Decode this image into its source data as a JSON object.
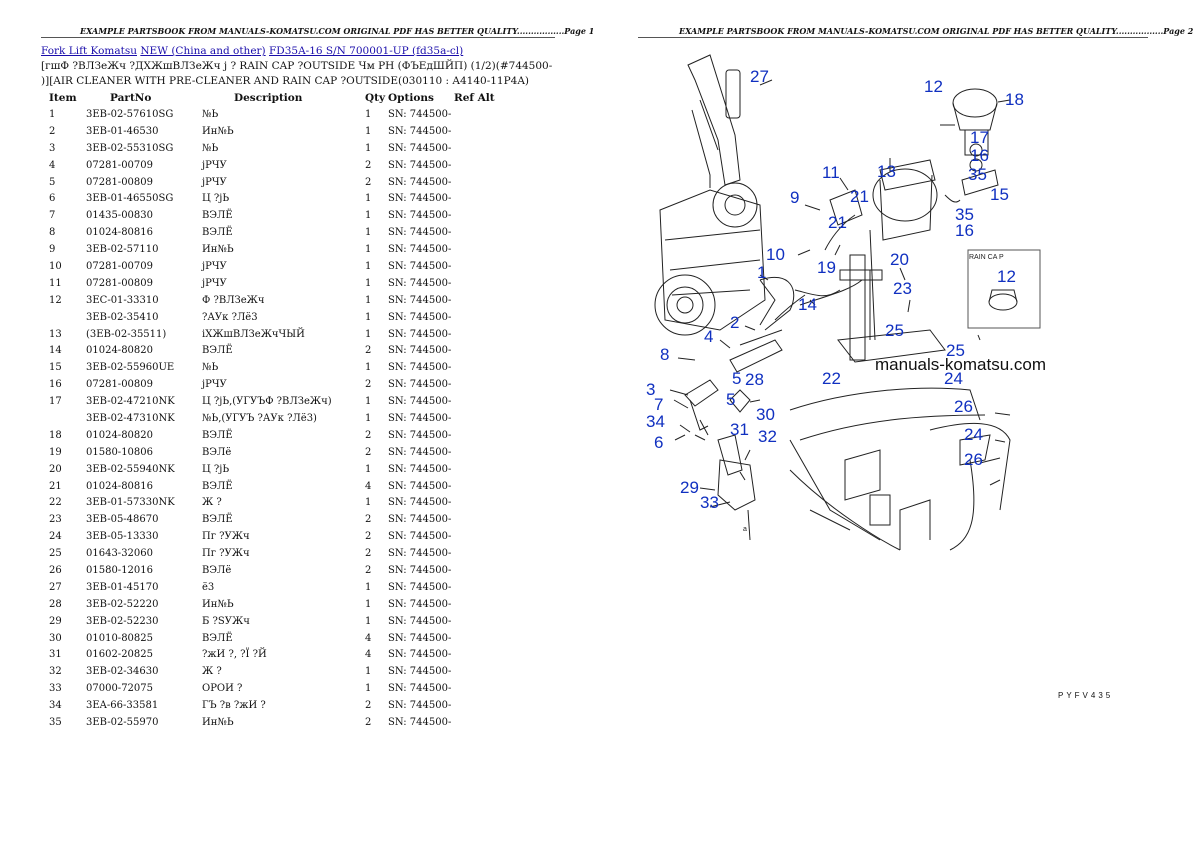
{
  "header": {
    "page1": "EXAMPLE PARTSBOOK FROM MANUALS-KOMATSU.COM ORIGINAL PDF HAS BETTER QUALITY.................Page 1",
    "page2": "EXAMPLE PARTSBOOK FROM MANUALS-KOMATSU.COM ORIGINAL PDF HAS BETTER QUALITY.................Page 2"
  },
  "breadcrumb": {
    "link1": "Fork Lift Komatsu",
    "link2": "NEW (China and other)",
    "link3": "FD35A-16 S/N 700001-UP (fd35a-cl)"
  },
  "title": {
    "line1": "[гшФ ?ВЛЗеЖч ?ДХЖшВЛЗеЖч j ? RAIN CAP ?OUTSIDE Чм РН (ФЪЕдШЙП) (1/2)(#744500-",
    "line2": ")][AIR CLEANER WITH PRE-CLEANER AND RAIN CAP ?OUTSIDE(030110 : A4140-11P4A)"
  },
  "table": {
    "headers": [
      "Item",
      "PartNo",
      "Description",
      "Qty",
      "Options",
      "Ref Alt"
    ],
    "rows": [
      [
        "1",
        "3EB-02-57610SG",
        "№Ь",
        "1",
        "SN: 744500-",
        ""
      ],
      [
        "2",
        "3EB-01-46530",
        "Ин№Ь",
        "1",
        "SN: 744500-",
        ""
      ],
      [
        "3",
        "3EB-02-55310SG",
        "№Ь",
        "1",
        "SN: 744500-",
        ""
      ],
      [
        "4",
        "07281-00709",
        "jРЧУ",
        "2",
        "SN: 744500-",
        ""
      ],
      [
        "5",
        "07281-00809",
        "jРЧУ",
        "2",
        "SN: 744500-",
        ""
      ],
      [
        "6",
        "3EB-01-46550SG",
        "Ц ?jЬ",
        "1",
        "SN: 744500-",
        ""
      ],
      [
        "7",
        "01435-00830",
        "ВЭЛЁ",
        "1",
        "SN: 744500-",
        ""
      ],
      [
        "8",
        "01024-80816",
        "ВЭЛЁ",
        "1",
        "SN: 744500-",
        ""
      ],
      [
        "9",
        "3EB-02-57110",
        "Ин№Ь",
        "1",
        "SN: 744500-",
        ""
      ],
      [
        "10",
        "07281-00709",
        "jРЧУ",
        "1",
        "SN: 744500-",
        ""
      ],
      [
        "11",
        "07281-00809",
        "jРЧУ",
        "1",
        "SN: 744500-",
        ""
      ],
      [
        "12",
        "3EC-01-33310",
        "Ф ?ВЛЗеЖч",
        "1",
        "SN: 744500-",
        ""
      ],
      [
        "",
        "3EB-02-35410",
        "?АУк ?Лё3",
        "1",
        "SN: 744500-",
        ""
      ],
      [
        "13",
        "(3EB-02-35511)",
        "iХЖшВЛЗеЖчЧЫЙ",
        "1",
        "SN: 744500-",
        ""
      ],
      [
        "14",
        "01024-80820",
        "ВЭЛЁ",
        "2",
        "SN: 744500-",
        ""
      ],
      [
        "15",
        "3EB-02-55960UE",
        "№Ь",
        "1",
        "SN: 744500-",
        ""
      ],
      [
        "16",
        "07281-00809",
        "jРЧУ",
        "2",
        "SN: 744500-",
        ""
      ],
      [
        "17",
        "3EB-02-47210NK",
        "Ц ?jЬ,(УГУЪФ ?ВЛЗеЖч)",
        "1",
        "SN: 744500-",
        ""
      ],
      [
        "",
        "3EB-02-47310NK",
        "№Ь,(УГУЪ ?АУк ?Лё3)",
        "1",
        "SN: 744500-",
        ""
      ],
      [
        "18",
        "01024-80820",
        "ВЭЛЁ",
        "2",
        "SN: 744500-",
        ""
      ],
      [
        "19",
        "01580-10806",
        "ВЭЛё",
        "2",
        "SN: 744500-",
        ""
      ],
      [
        "20",
        "3EB-02-55940NK",
        "Ц ?jЬ",
        "1",
        "SN: 744500-",
        ""
      ],
      [
        "21",
        "01024-80816",
        "ВЭЛЁ",
        "4",
        "SN: 744500-",
        ""
      ],
      [
        "22",
        "3EB-01-57330NK",
        "Ж ?",
        "1",
        "SN: 744500-",
        ""
      ],
      [
        "23",
        "3EB-05-48670",
        "ВЭЛЁ",
        "2",
        "SN: 744500-",
        ""
      ],
      [
        "24",
        "3EB-05-13330",
        "Пг ?УЖч",
        "2",
        "SN: 744500-",
        ""
      ],
      [
        "25",
        "01643-32060",
        "Пг ?УЖч",
        "2",
        "SN: 744500-",
        ""
      ],
      [
        "26",
        "01580-12016",
        "ВЭЛё",
        "2",
        "SN: 744500-",
        ""
      ],
      [
        "27",
        "3EB-01-45170",
        "ё3",
        "1",
        "SN: 744500-",
        ""
      ],
      [
        "28",
        "3EB-02-52220",
        "Ин№Ь",
        "1",
        "SN: 744500-",
        ""
      ],
      [
        "29",
        "3EB-02-52230",
        "Б ?SУЖч",
        "1",
        "SN: 744500-",
        ""
      ],
      [
        "30",
        "01010-80825",
        "ВЭЛЁ",
        "4",
        "SN: 744500-",
        ""
      ],
      [
        "31",
        "01602-20825",
        "?жИ ?, ?Ї ?Й",
        "4",
        "SN: 744500-",
        ""
      ],
      [
        "32",
        "3EB-02-34630",
        "Ж ?",
        "1",
        "SN: 744500-",
        ""
      ],
      [
        "33",
        "07000-72075",
        "ОРОИ ?",
        "1",
        "SN: 744500-",
        ""
      ],
      [
        "34",
        "3EA-66-33581",
        "ГЪ ?в ?жИ ?",
        "2",
        "SN: 744500-",
        ""
      ],
      [
        "35",
        "3EB-02-55970",
        "Ин№Ь",
        "2",
        "SN: 744500-",
        ""
      ]
    ]
  },
  "diagram": {
    "watermark": "manuals-komatsu.com",
    "inset_label": "RAIN CA   P",
    "view_letter": "a",
    "code": "PYFV435",
    "callouts": [
      "27",
      "12",
      "18",
      "13",
      "17",
      "16",
      "35",
      "15",
      "35",
      "16",
      "11",
      "9",
      "21",
      "21",
      "10",
      "20",
      "19",
      "1",
      "14",
      "4",
      "2",
      "23",
      "25",
      "8",
      "25",
      "3",
      "5",
      "28",
      "22",
      "24",
      "7",
      "5",
      "30",
      "34",
      "26",
      "6",
      "31",
      "32",
      "24",
      "26",
      "29",
      "33",
      "12"
    ]
  }
}
